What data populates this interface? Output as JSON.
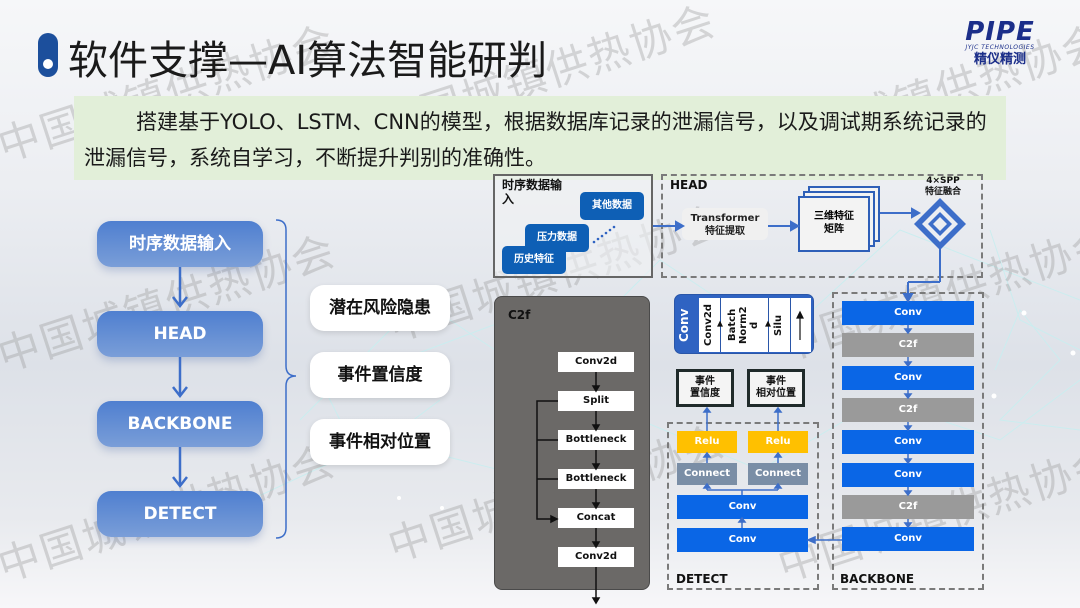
{
  "slide": {
    "title": "软件支撑—AI算法智能研判",
    "intro": "搭建基于YOLO、LSTM、CNN的模型，根据数据库记录的泄漏信号，以及调试期系统记录的泄漏信号，系统自学习，不断提升判别的准确性。",
    "watermark": "中国城镇供热协会",
    "accent_color": "#1c4f9c"
  },
  "logo": {
    "main": "PIPE",
    "sub": "JYJC TECHNOLOGIES",
    "cn": "精仪精测"
  },
  "flow": {
    "steps": [
      "时序数据输入",
      "HEAD",
      "BACKBONE",
      "DETECT"
    ],
    "outputs": [
      "潜在风险隐患",
      "事件置信度",
      "事件相对位置"
    ]
  },
  "diagram": {
    "input": {
      "title": "时序数据输入",
      "cards": [
        "其他数据",
        "压力数据",
        "历史特征"
      ]
    },
    "head": {
      "label": "HEAD",
      "transformer": [
        "Transformer",
        "特征提取"
      ],
      "matrix": [
        "三维特征",
        "矩阵"
      ],
      "spp": [
        "4×SPP",
        "特征融合"
      ]
    },
    "c2f": {
      "label": "C2f",
      "items": [
        "Conv2d",
        "Split",
        "Bottleneck",
        "Bottleneck",
        "Concat",
        "Conv2d"
      ]
    },
    "conv": {
      "label": "Conv",
      "parts": [
        "Conv2d",
        "Batch Norm2 d",
        "Silu"
      ]
    },
    "detect": {
      "label": "DETECT",
      "outputs": [
        "事件\n置信度",
        "事件\n相对位置"
      ],
      "relu": [
        "Relu",
        "Relu"
      ],
      "connect": [
        "Connect",
        "Connect"
      ],
      "convs": [
        "Conv",
        "Conv"
      ]
    },
    "backbone": {
      "label": "BACKBONE",
      "items": [
        "Conv",
        "C2f",
        "Conv",
        "C2f",
        "Conv",
        "Conv",
        "C2f",
        "Conv"
      ]
    }
  }
}
